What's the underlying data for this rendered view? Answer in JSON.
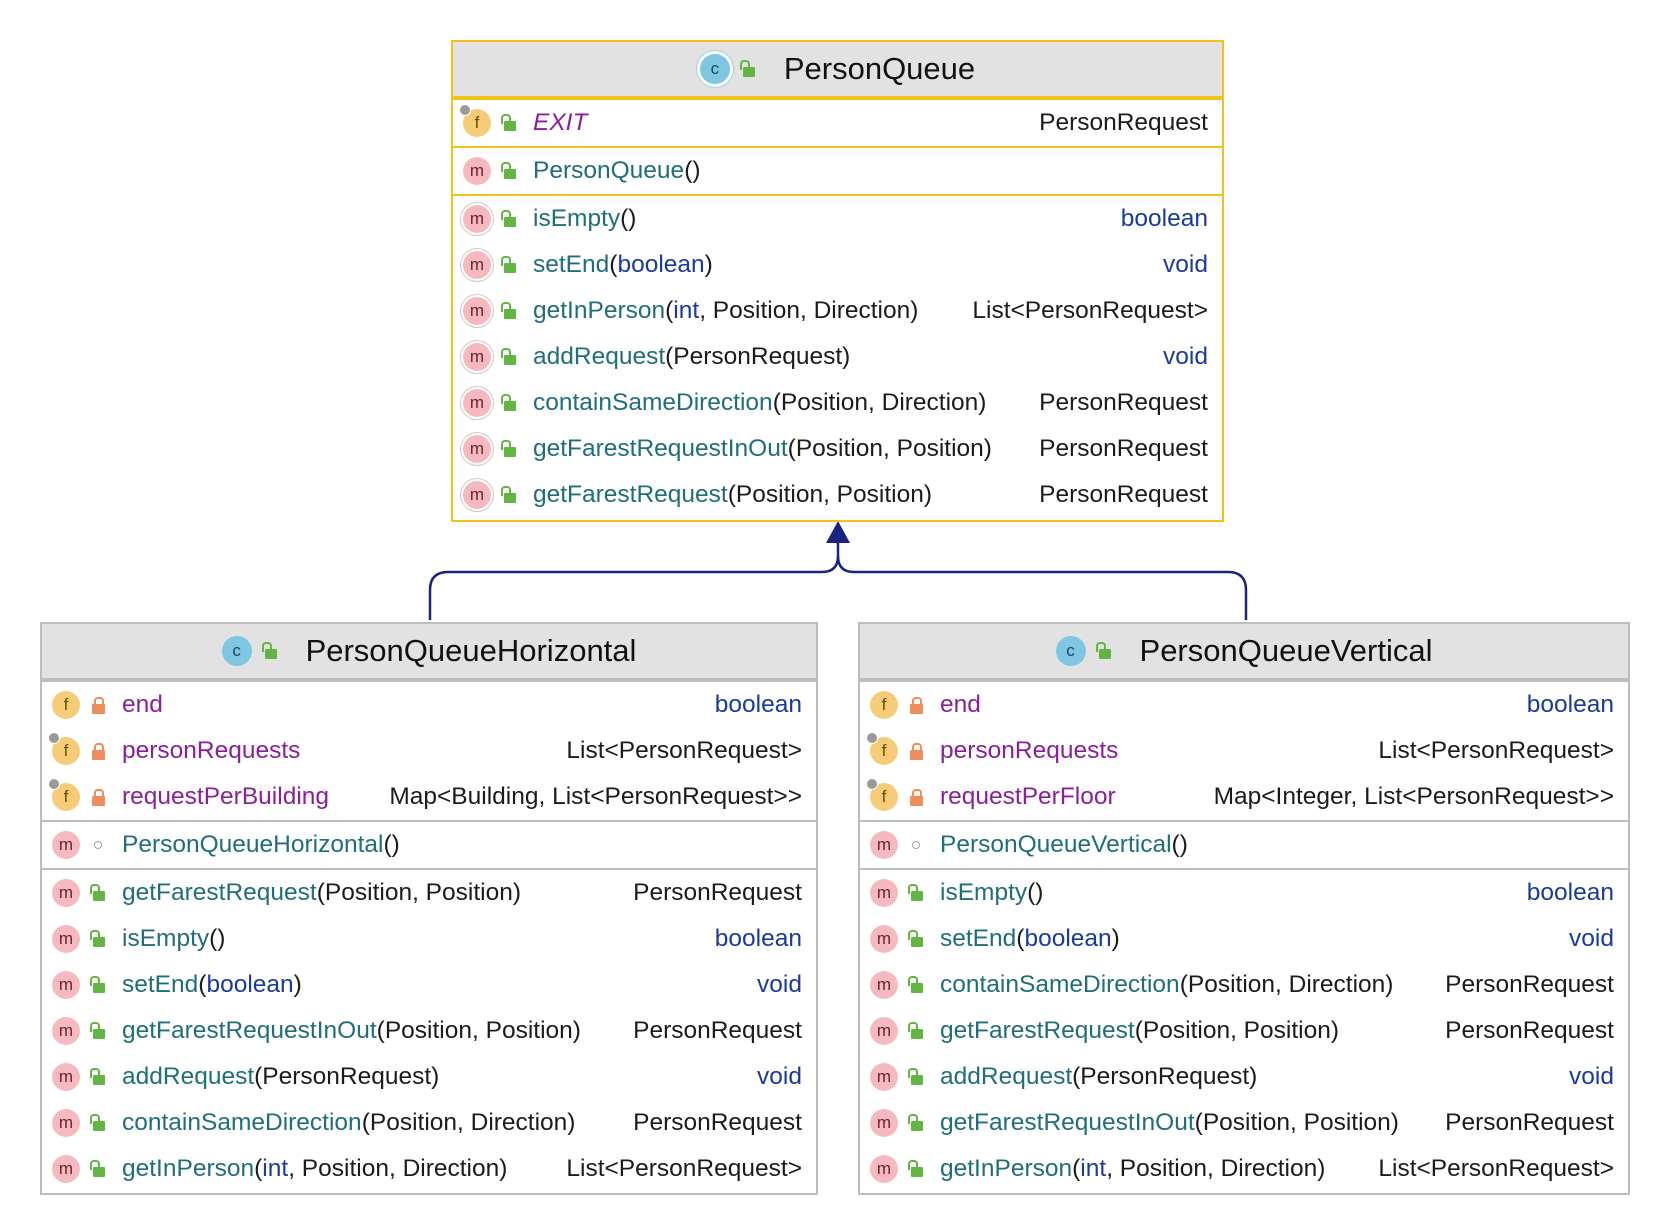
{
  "parent": {
    "name": "PersonQueue",
    "fields": [
      {
        "name": "EXIT",
        "type": "PersonRequest"
      }
    ],
    "constructor": {
      "name": "PersonQueue",
      "params": "()"
    },
    "methods": [
      {
        "name": "isEmpty",
        "params": "()",
        "return": "boolean"
      },
      {
        "name": "setEnd",
        "params": "(boolean)",
        "return": "void"
      },
      {
        "name": "getInPerson",
        "params": "(int, Position, Direction)",
        "return": "List<PersonRequest>"
      },
      {
        "name": "addRequest",
        "params": "(PersonRequest)",
        "return": "void"
      },
      {
        "name": "containSameDirection",
        "params": "(Position, Direction)",
        "return": "PersonRequest"
      },
      {
        "name": "getFarestRequestInOut",
        "params": "(Position, Position)",
        "return": "PersonRequest"
      },
      {
        "name": "getFarestRequest",
        "params": "(Position, Position)",
        "return": "PersonRequest"
      }
    ]
  },
  "horizontal": {
    "name": "PersonQueueHorizontal",
    "fields": [
      {
        "name": "end",
        "type": "boolean"
      },
      {
        "name": "personRequests",
        "type": "List<PersonRequest>"
      },
      {
        "name": "requestPerBuilding",
        "type": "Map<Building, List<PersonRequest>>"
      }
    ],
    "constructor": {
      "name": "PersonQueueHorizontal",
      "params": "()"
    },
    "methods": [
      {
        "name": "getFarestRequest",
        "params": "(Position, Position)",
        "return": "PersonRequest"
      },
      {
        "name": "isEmpty",
        "params": "()",
        "return": "boolean"
      },
      {
        "name": "setEnd",
        "params": "(boolean)",
        "return": "void"
      },
      {
        "name": "getFarestRequestInOut",
        "params": "(Position, Position)",
        "return": "PersonRequest"
      },
      {
        "name": "addRequest",
        "params": "(PersonRequest)",
        "return": "void"
      },
      {
        "name": "containSameDirection",
        "params": "(Position, Direction)",
        "return": "PersonRequest"
      },
      {
        "name": "getInPerson",
        "params": "(int, Position, Direction)",
        "return": "List<PersonRequest>"
      }
    ]
  },
  "vertical": {
    "name": "PersonQueueVertical",
    "fields": [
      {
        "name": "end",
        "type": "boolean"
      },
      {
        "name": "personRequests",
        "type": "List<PersonRequest>"
      },
      {
        "name": "requestPerFloor",
        "type": "Map<Integer, List<PersonRequest>>"
      }
    ],
    "constructor": {
      "name": "PersonQueueVertical",
      "params": "()"
    },
    "methods": [
      {
        "name": "isEmpty",
        "params": "()",
        "return": "boolean"
      },
      {
        "name": "setEnd",
        "params": "(boolean)",
        "return": "void"
      },
      {
        "name": "containSameDirection",
        "params": "(Position, Direction)",
        "return": "PersonRequest"
      },
      {
        "name": "getFarestRequest",
        "params": "(Position, Position)",
        "return": "PersonRequest"
      },
      {
        "name": "addRequest",
        "params": "(PersonRequest)",
        "return": "void"
      },
      {
        "name": "getFarestRequestInOut",
        "params": "(Position, Position)",
        "return": "PersonRequest"
      },
      {
        "name": "getInPerson",
        "params": "(int, Position, Direction)",
        "return": "List<PersonRequest>"
      }
    ]
  },
  "colors": {
    "selected_border": "#f2c21b",
    "class_border": "#bdbdbd",
    "header_bg": "#e2e2e2",
    "inheritance_arrow": "#1a237e"
  },
  "icon_names": [
    "class-icon",
    "abstract-class-icon",
    "method-icon",
    "field-icon",
    "public-lock-icon",
    "private-lock-icon",
    "package-private-icon",
    "inheritance-arrow"
  ]
}
